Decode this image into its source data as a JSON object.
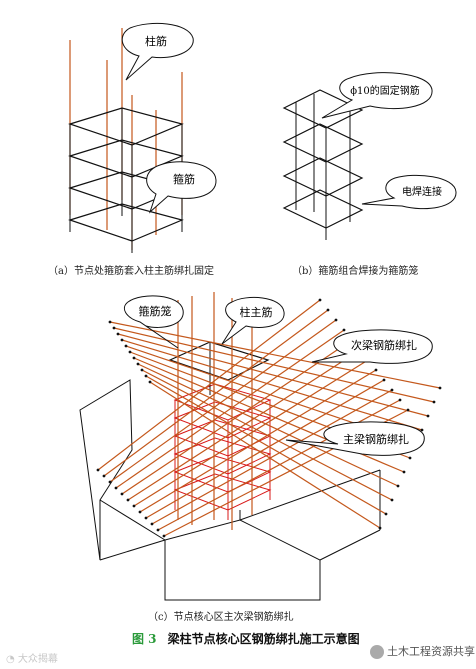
{
  "panel_a": {
    "callout_column": "柱筋",
    "callout_stirrup": "箍筋",
    "caption": "（a）节点处箍筋套入柱主筋绑扎固定"
  },
  "panel_b": {
    "callout_fixing_bar": "ϕ10的固定钢筋",
    "callout_weld": "电焊连接",
    "caption": "（b）箍筋组合焊接为箍筋笼"
  },
  "panel_c": {
    "callout_cage": "箍筋笼",
    "callout_column_bar": "柱主筋",
    "callout_secondary_beam": "次梁钢筋绑扎",
    "callout_main_beam": "主梁钢筋绑扎",
    "caption": "（c）节点核心区主次梁钢筋绑扎"
  },
  "figure": {
    "number": "图 3",
    "title": "梁柱节点核心区钢筋绑扎施工示意图"
  },
  "watermark_left": "大众揭幕",
  "watermark_right": "土木工程资源共享",
  "colors": {
    "rebar": "#c4581c",
    "stirrup_red": "#d81818",
    "line": "#111111",
    "fig_green": "#2a9a3a"
  }
}
